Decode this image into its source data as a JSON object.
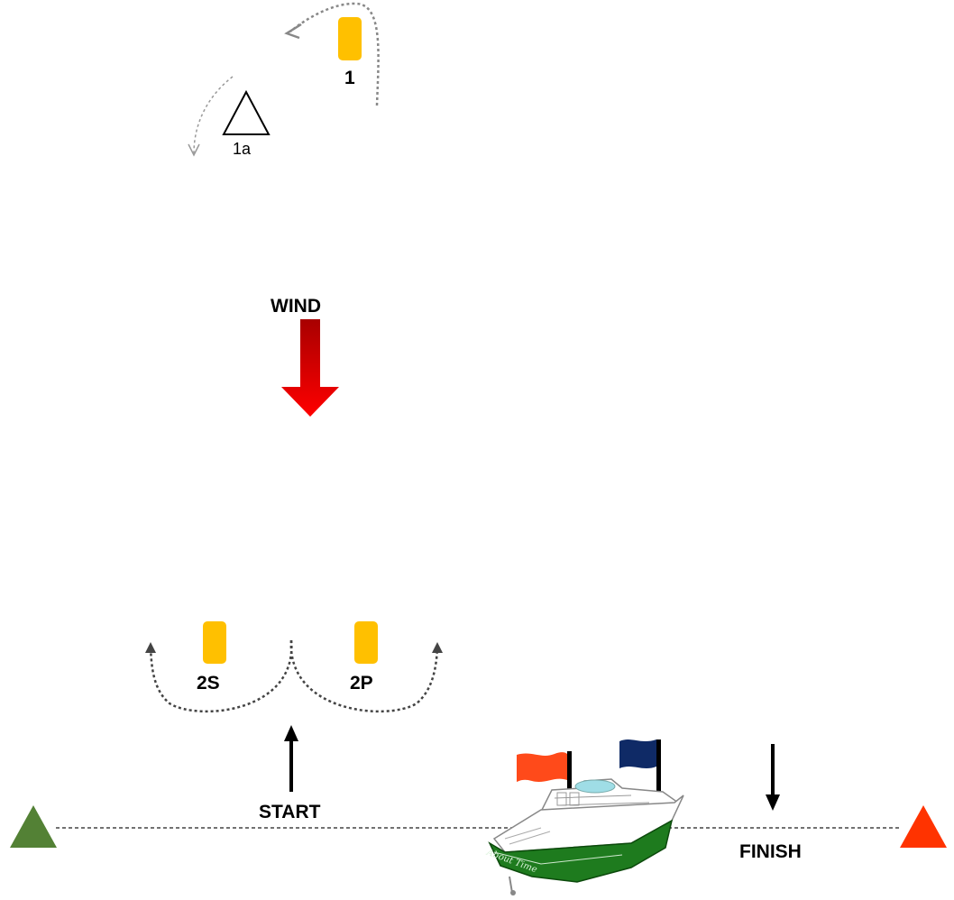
{
  "diagram": {
    "marks": [
      {
        "id": "1",
        "label": "1",
        "shape": "rounded-rect",
        "color": "#FFC000"
      },
      {
        "id": "1a",
        "label": "1a",
        "shape": "triangle-outline",
        "color": "#000000"
      },
      {
        "id": "2S",
        "label": "2S",
        "shape": "rounded-rect",
        "color": "#FFC000"
      },
      {
        "id": "2P",
        "label": "2P",
        "shape": "rounded-rect",
        "color": "#FFC000"
      }
    ],
    "wind_label": "WIND",
    "wind_color": "#E00000",
    "start_label": "START",
    "finish_label": "FINISH",
    "start_pin_color": "#538135",
    "finish_pin_color": "#FF3300",
    "committee_boat": {
      "name_text": "About Time",
      "hull_color": "#1E7B1E",
      "flags": [
        {
          "name": "orange-flag",
          "color": "#FF4A1A"
        },
        {
          "name": "blue-flag",
          "color": "#0F2A66"
        }
      ]
    }
  }
}
